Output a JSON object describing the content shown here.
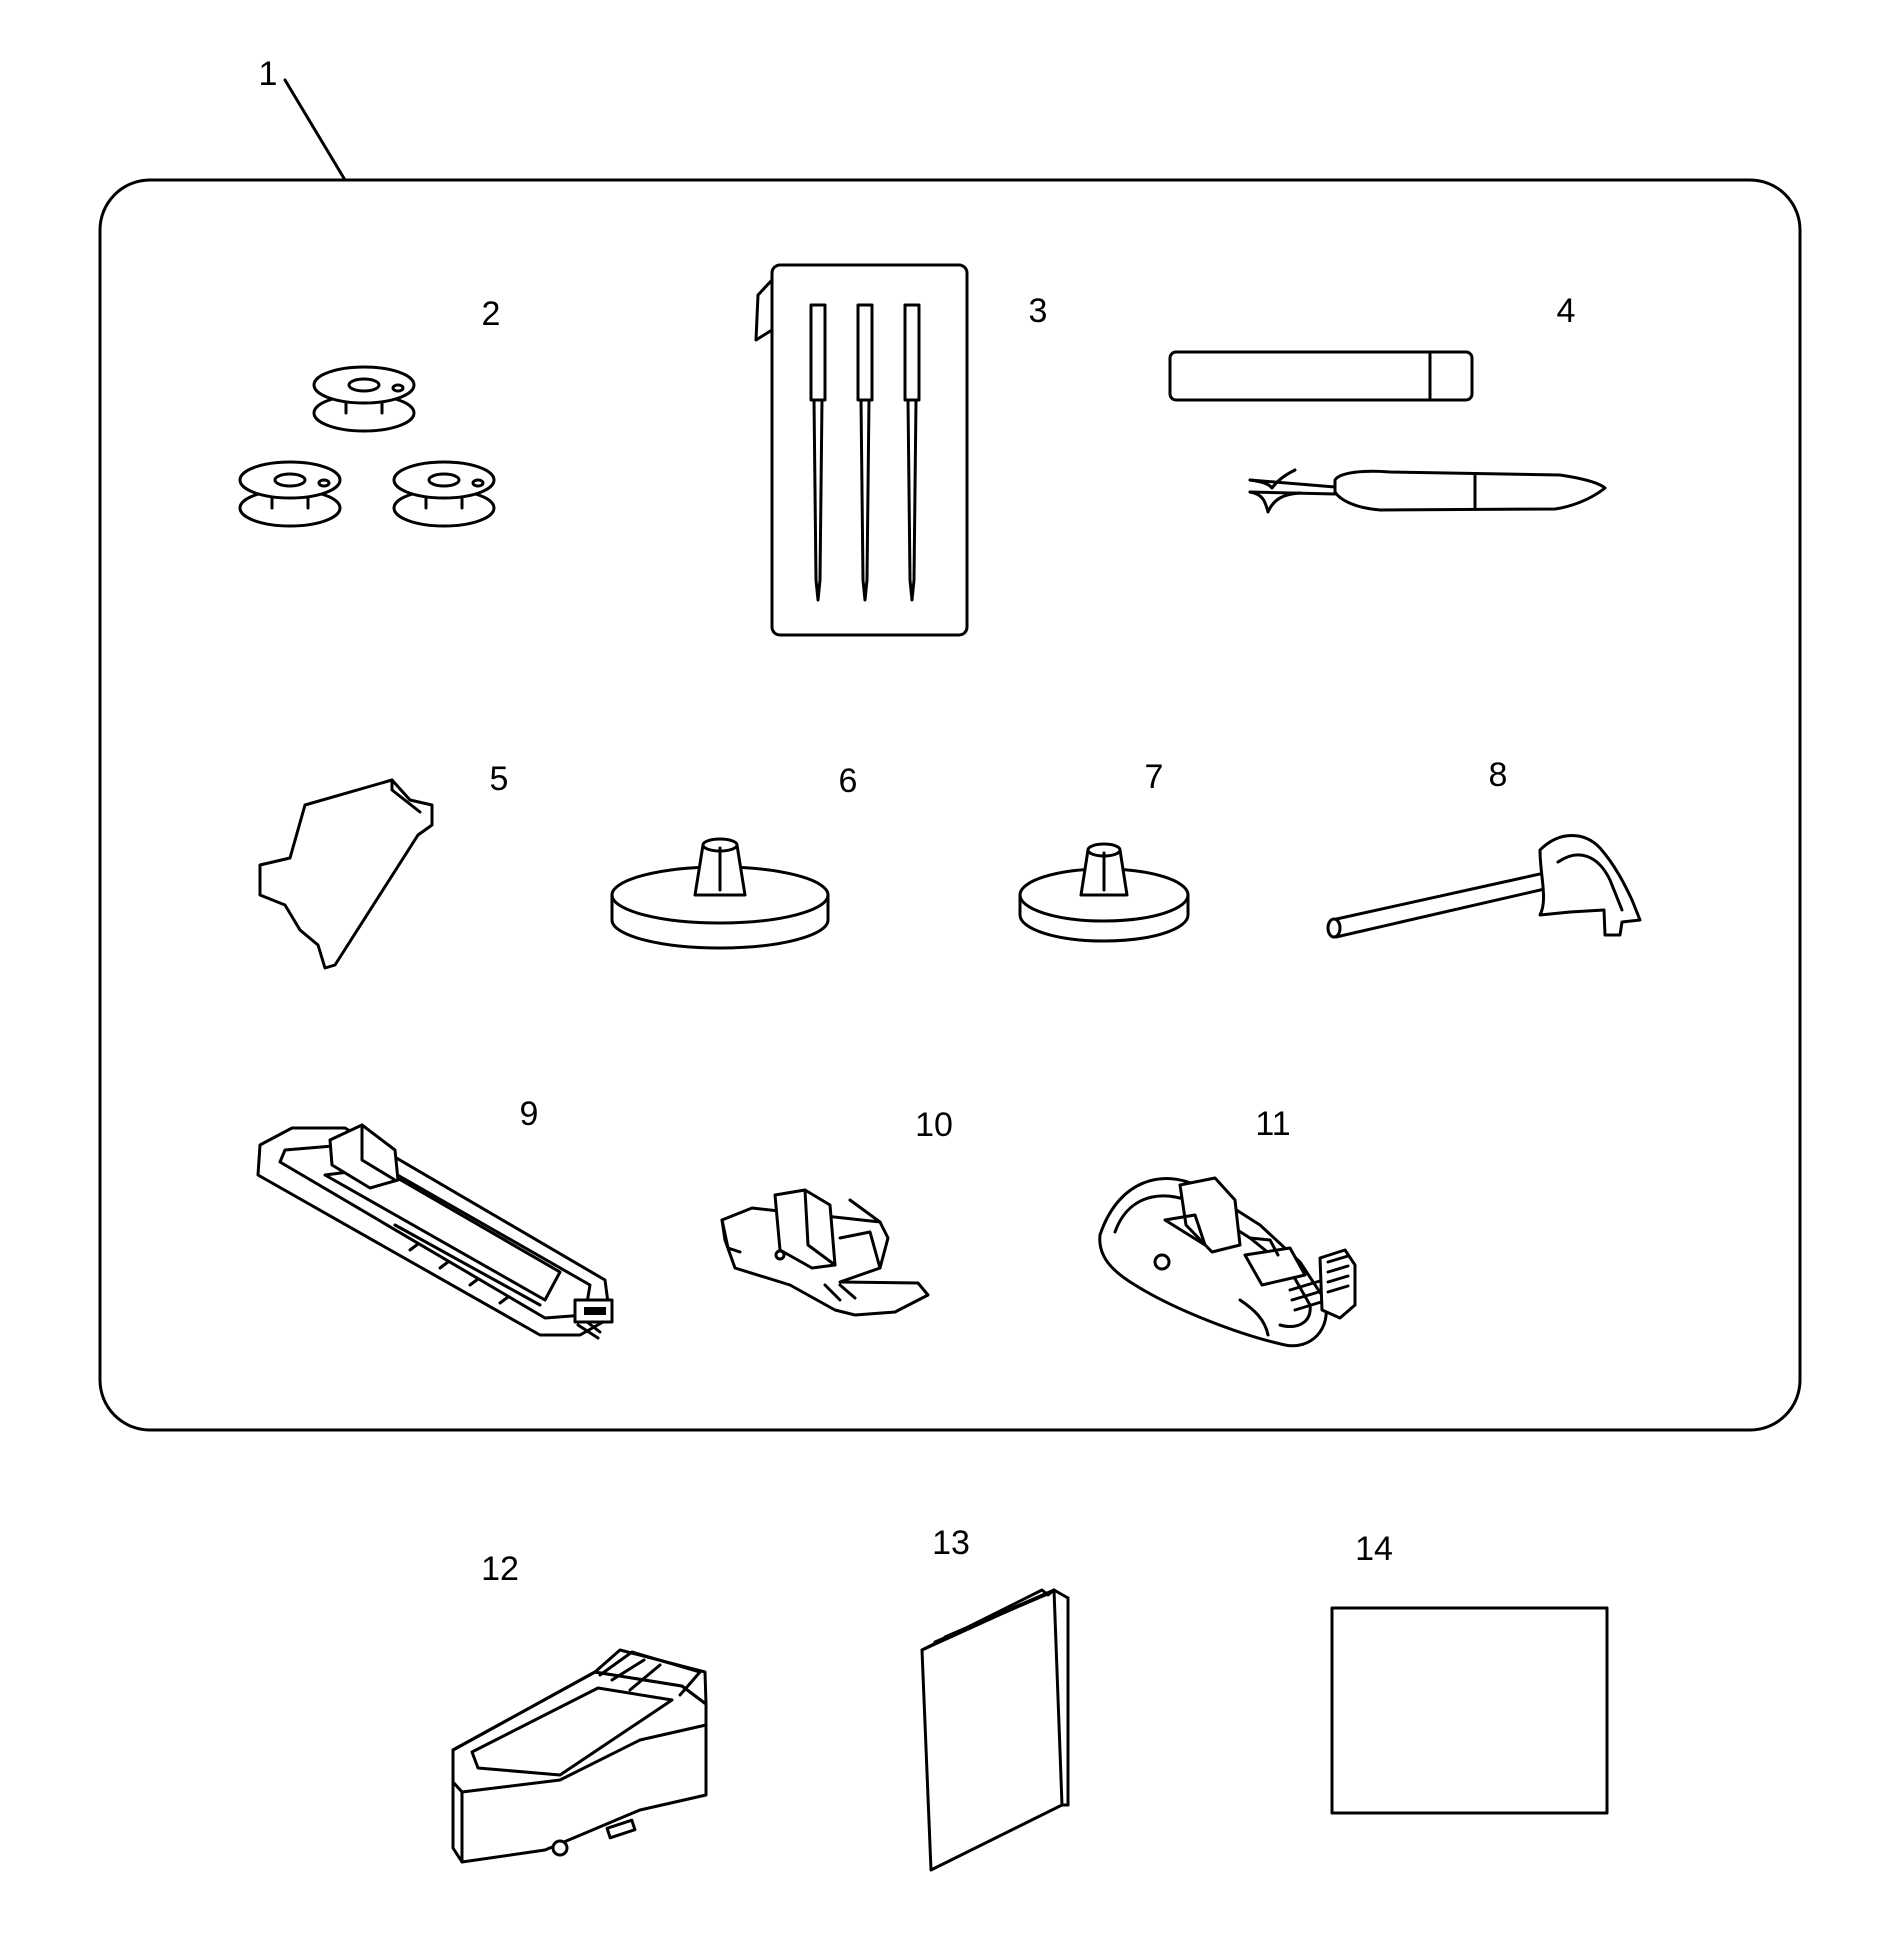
{
  "callouts": {
    "c1": "1",
    "c2": "2",
    "c3": "3",
    "c4": "4",
    "c5": "5",
    "c6": "6",
    "c7": "7",
    "c8": "8",
    "c9": "9",
    "c10": "10",
    "c11": "11",
    "c12": "12",
    "c13": "13",
    "c14": "14"
  },
  "icons": {
    "p1": "accessory-box-outline",
    "p2": "bobbin-icon",
    "p3": "needle-pack-icon",
    "p4": "seam-ripper-icon",
    "p5": "screwdriver-plate-icon",
    "p6": "large-spool-cap-icon",
    "p7": "small-spool-cap-icon",
    "p8": "spool-pin-icon",
    "p9": "buttonhole-foot-icon",
    "p10": "zigzag-foot-icon",
    "p11": "overcasting-foot-icon",
    "p12": "foot-controller-icon",
    "p13": "instruction-book-icon",
    "p14": "card-icon"
  }
}
